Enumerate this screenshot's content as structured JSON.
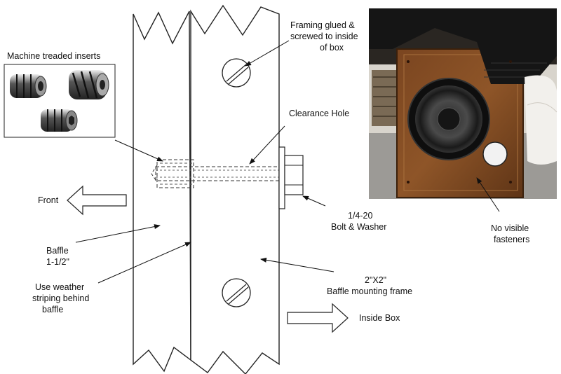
{
  "labels": {
    "inserts": "Machine treaded inserts",
    "framing": [
      "Framing glued &",
      "screwed to inside",
      "of box"
    ],
    "clearance": "Clearance Hole",
    "front": "Front",
    "bolt": [
      "1/4-20",
      "Bolt & Washer"
    ],
    "baffle": [
      "Baffle",
      "1-1/2\""
    ],
    "weather": [
      "Use weather",
      "striping behind",
      "baffle"
    ],
    "frame": [
      "2\"X2\"",
      "Baffle mounting frame"
    ],
    "inside": "Inside Box",
    "fasteners": [
      "No visible",
      "fasteners"
    ]
  }
}
